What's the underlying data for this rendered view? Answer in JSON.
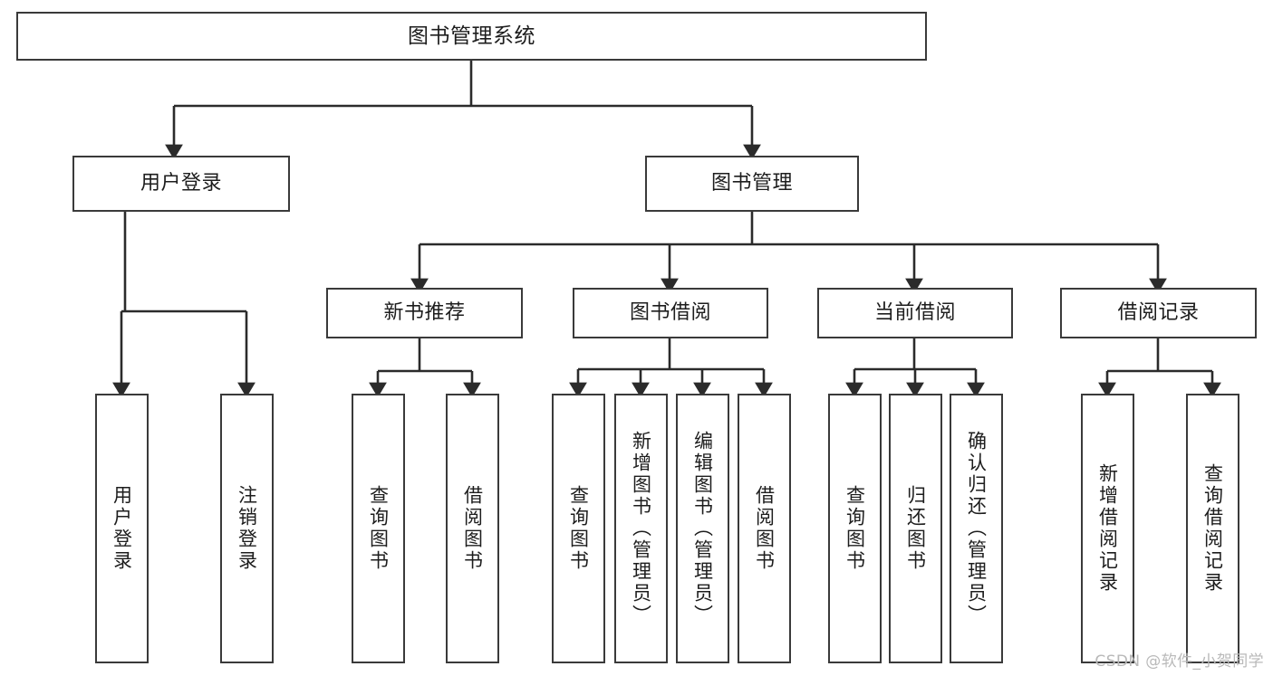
{
  "diagram": {
    "title": "图书管理系统",
    "type": "tree",
    "watermark": "CSDN @软件_小贺同学",
    "colors": {
      "box_border": "#3a3a3a",
      "box_fill": "#ffffff",
      "connector": "#2b2b2b",
      "text": "#1d1d1d",
      "watermark": "#b9b9b9"
    },
    "nodes": {
      "root": {
        "label": "图书管理系统"
      },
      "level1": [
        {
          "id": "user-login",
          "label": "用户登录"
        },
        {
          "id": "book-management",
          "label": "图书管理"
        }
      ],
      "level2": [
        {
          "id": "new-book-recommend",
          "label": "新书推荐",
          "parent": "book-management"
        },
        {
          "id": "book-borrow",
          "label": "图书借阅",
          "parent": "book-management"
        },
        {
          "id": "current-borrow",
          "label": "当前借阅",
          "parent": "book-management"
        },
        {
          "id": "borrow-record",
          "label": "借阅记录",
          "parent": "book-management"
        }
      ],
      "leaves": [
        {
          "id": "leaf-user-login",
          "label": "用户登录",
          "parent": "user-login"
        },
        {
          "id": "leaf-logout-login",
          "label": "注销登录",
          "parent": "user-login"
        },
        {
          "id": "leaf-query-book-1",
          "label": "查询图书",
          "parent": "new-book-recommend"
        },
        {
          "id": "leaf-borrow-book-1",
          "label": "借阅图书",
          "parent": "new-book-recommend"
        },
        {
          "id": "leaf-query-book-2",
          "label": "查询图书",
          "parent": "book-borrow"
        },
        {
          "id": "leaf-add-book",
          "label": "新增图书（管理员）",
          "parent": "book-borrow"
        },
        {
          "id": "leaf-edit-book",
          "label": "编辑图书（管理员）",
          "parent": "book-borrow"
        },
        {
          "id": "leaf-borrow-book-2",
          "label": "借阅图书",
          "parent": "book-borrow"
        },
        {
          "id": "leaf-query-book-3",
          "label": "查询图书",
          "parent": "current-borrow"
        },
        {
          "id": "leaf-return-book",
          "label": "归还图书",
          "parent": "current-borrow"
        },
        {
          "id": "leaf-confirm-return",
          "label": "确认归还（管理员）",
          "parent": "current-borrow"
        },
        {
          "id": "leaf-add-record",
          "label": "新增借阅记录",
          "parent": "borrow-record"
        },
        {
          "id": "leaf-query-record",
          "label": "查询借阅记录",
          "parent": "borrow-record"
        }
      ]
    }
  }
}
